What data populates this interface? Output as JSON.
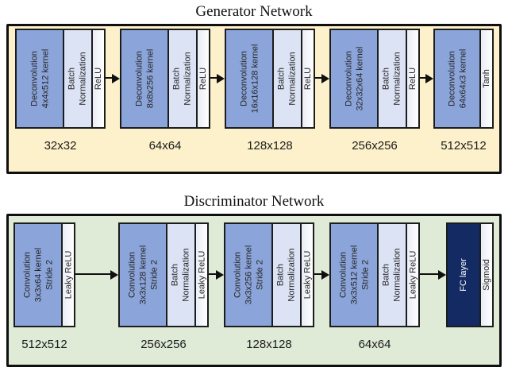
{
  "generator": {
    "title": "Generator Network",
    "stages": [
      {
        "conv": "Deconvolution\n4x4x512 kernel",
        "bn": "Batch\nNormalization",
        "act": "ReLU",
        "dim": "32x32"
      },
      {
        "conv": "Deconvolution\n8x8x256 kernel",
        "bn": "Batch\nNormalization",
        "act": "ReLU",
        "dim": "64x64"
      },
      {
        "conv": "Deconvolution\n16x16x128 kernel",
        "bn": "Batch\nNormalization",
        "act": "ReLU",
        "dim": "128x128"
      },
      {
        "conv": "Deconvolution\n32x32x64 kernel",
        "bn": "Batch\nNormalization",
        "act": "ReLU",
        "dim": "256x256"
      },
      {
        "conv": "Deconvolution\n64x64x3 kernel",
        "act": "Tanh",
        "dim": "512x512"
      }
    ]
  },
  "discriminator": {
    "title": "Discriminator Network",
    "stages": [
      {
        "conv": "Convolution\n3x3x64 kernel\nStride 2",
        "act": "Leaky ReLU",
        "dim": "512x512"
      },
      {
        "conv": "Convolution\n3x3x128 kernel\nStride 2",
        "bn": "Batch\nNormalization",
        "act": "Leaky ReLU",
        "dim": "256x256"
      },
      {
        "conv": "Convolution\n3x3x256 kernel\nStride 2",
        "bn": "Batch\nNormalization",
        "act": "Leaky ReLU",
        "dim": "128x128"
      },
      {
        "conv": "Convolution\n3x3x512 kernel\nStride 2",
        "bn": "Batch\nNormalization",
        "act": "Leaky ReLU",
        "dim": "64x64"
      },
      {
        "fc": "FC layer",
        "act": "Sigmoid"
      }
    ]
  },
  "colors": {
    "generator_bg": "#fcf1ca",
    "discriminator_bg": "#dfead7",
    "conv_box": "#8ba4d9",
    "batch_norm_box": "#dce3f5",
    "fc_box": "#132a63",
    "border": "#1c1c1c"
  }
}
